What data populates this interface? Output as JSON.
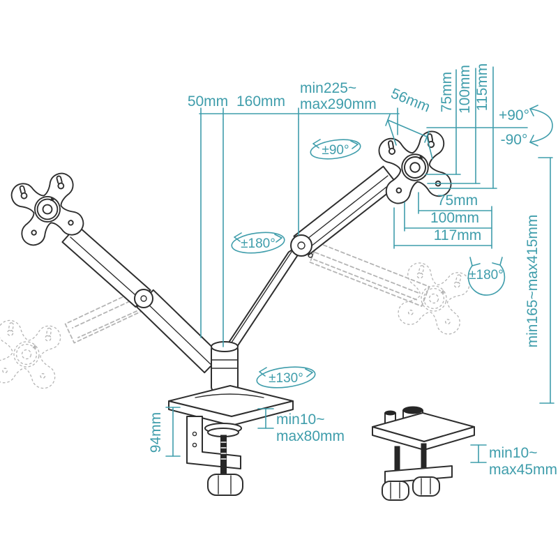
{
  "diagram": {
    "description": "Dual monitor desk mount arm – technical dimension drawing",
    "colors": {
      "dimension_teal": "#3f9dab",
      "line_art": "#2e2e2e",
      "ghost_gray": "#b4b4b4",
      "background": "#ffffff"
    },
    "labels": {
      "dim_50": "50mm",
      "dim_160": "160mm",
      "dim_225_l1": "min225~",
      "dim_225_l2": "max290mm",
      "dim_56": "56mm",
      "vesa_v_75": "75mm",
      "vesa_v_100": "100mm",
      "vesa_v_115": "115mm",
      "tilt_plus": "+90°",
      "tilt_minus": "-90°",
      "rotate_head": "±90°",
      "vesa_h_75": "75mm",
      "vesa_h_100": "100mm",
      "vesa_h_117": "117mm",
      "swivel_arm": "±180°",
      "swivel_plate": "±180°",
      "height_range": "min165~max415mm",
      "base_rotate": "±130°",
      "clamp_l1": "min10~",
      "clamp_l2": "max80mm",
      "clamp_height": "94mm",
      "grommet_l1": "min10~",
      "grommet_l2": "max45mm"
    }
  }
}
